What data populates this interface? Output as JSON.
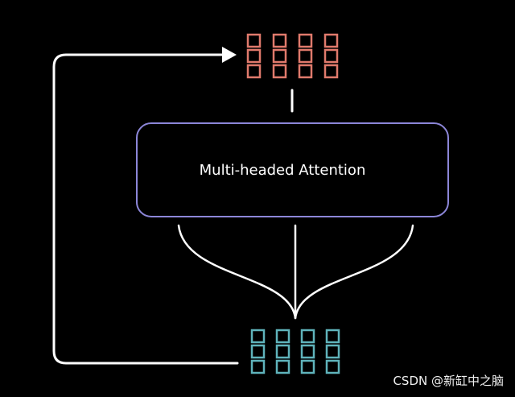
{
  "diagram": {
    "block_label": "Multi-headed Attention",
    "watermark": "CSDN @新缸中之脑"
  },
  "colors": {
    "background": "#000000",
    "output_vectors": "#e07a6c",
    "input_vectors": "#5fb3bb",
    "block_border": "#8c86d8",
    "connector_lines": "#ffffff"
  },
  "vectors": {
    "output_count": 4,
    "input_count": 4,
    "cells_per_vector": 3
  }
}
